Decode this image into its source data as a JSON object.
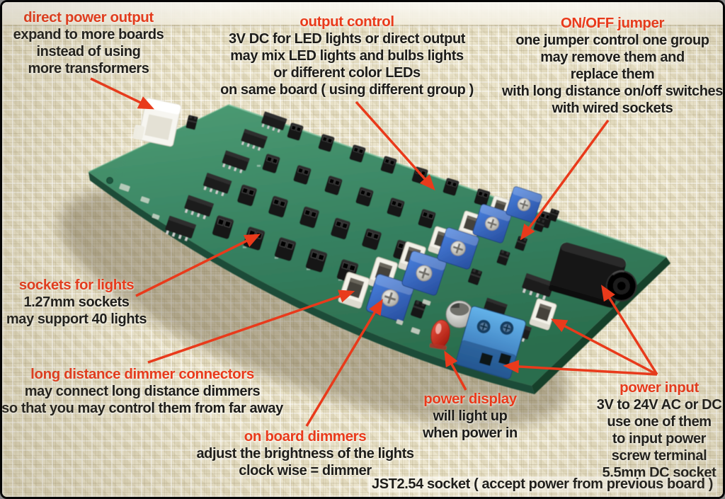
{
  "colors": {
    "accent_red": "#e93a1b",
    "pcb_green": "#35805c",
    "trimmer_blue": "#3468cc",
    "terminal_blue": "#4287cf",
    "mat_background": "#e8e0c4"
  },
  "annotations": [
    {
      "id": "direct-power-output",
      "title": "direct power output",
      "lines": [
        "expand to more boards",
        "instead of using",
        "more transformers"
      ]
    },
    {
      "id": "output-control",
      "title": "output control",
      "lines": [
        "3V DC for LED lights or direct output",
        "may mix LED lights and bulbs lights",
        "or different color LEDs",
        "on same board ( using different group )"
      ]
    },
    {
      "id": "on-off-jumper",
      "title": "ON/OFF jumper",
      "lines": [
        "one jumper control one group",
        "may remove them and",
        "replace them",
        "with long distance on/off switches",
        "with wired sockets"
      ]
    },
    {
      "id": "sockets-for-lights",
      "title": "sockets for lights",
      "lines": [
        "1.27mm sockets",
        "may support 40 lights"
      ]
    },
    {
      "id": "long-distance-dimmer-connectors",
      "title": "long distance dimmer connectors",
      "lines": [
        "may connect long distance dimmers",
        "so that you may control them from far away"
      ]
    },
    {
      "id": "on-board-dimmers",
      "title": "on board dimmers",
      "lines": [
        "adjust the brightness of the lights",
        "clock wise = dimmer"
      ]
    },
    {
      "id": "power-display",
      "title": "power display",
      "lines": [
        "will light up",
        "when power in"
      ]
    },
    {
      "id": "power-input",
      "title": "power input",
      "lines": [
        "3V to 24V AC or DC",
        "use one of them",
        "to input power",
        "screw terminal",
        "5.5mm DC socket"
      ]
    }
  ],
  "caption": "JST2.54 socket ( accept power from previous board )"
}
